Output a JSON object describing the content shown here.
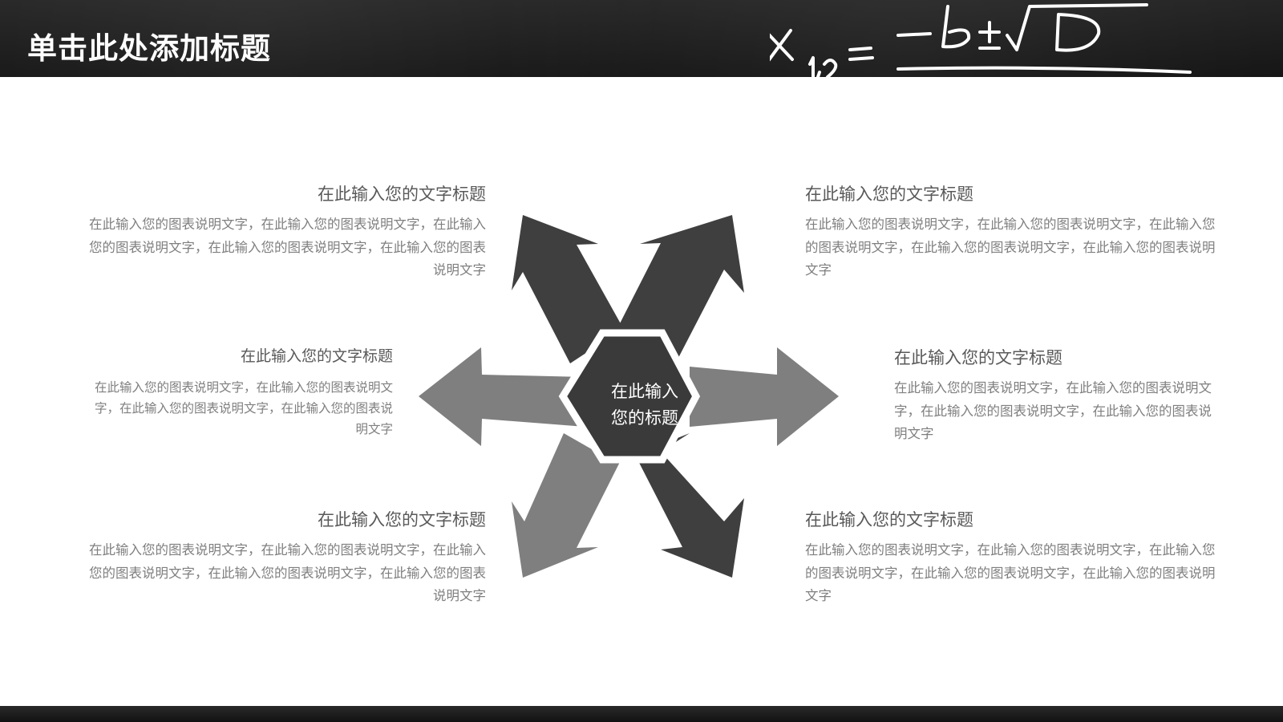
{
  "slide": {
    "title": "单击此处添加标题",
    "formula_text": "x₁,₂ = −b ± √D"
  },
  "colors": {
    "dark_arrow": "#3f3f3f",
    "light_arrow": "#7f7f7f",
    "hub_fill": "#3a3a3a",
    "title_text": "#595959",
    "desc_text": "#7f7f7f",
    "header_bg": "#1c1c1c"
  },
  "diagram": {
    "center_label_line1": "在此输入",
    "center_label_line2": "您的标题",
    "blocks": {
      "top_left": {
        "title": "在此输入您的文字标题",
        "desc": "在此输入您的图表说明文字，在此输入您的图表说明文字，在此输入您的图表说明文字，在此输入您的图表说明文字，在此输入您的图表说明文字"
      },
      "middle_left": {
        "title": "在此输入您的文字标题",
        "desc": "在此输入您的图表说明文字，在此输入您的图表说明文字，在此输入您的图表说明文字，在此输入您的图表说明文字"
      },
      "bottom_left": {
        "title": "在此输入您的文字标题",
        "desc": "在此输入您的图表说明文字，在此输入您的图表说明文字，在此输入您的图表说明文字，在此输入您的图表说明文字，在此输入您的图表说明文字"
      },
      "top_right": {
        "title": "在此输入您的文字标题",
        "desc": "在此输入您的图表说明文字，在此输入您的图表说明文字，在此输入您的图表说明文字，在此输入您的图表说明文字，在此输入您的图表说明文字"
      },
      "middle_right": {
        "title": "在此输入您的文字标题",
        "desc": "在此输入您的图表说明文字，在此输入您的图表说明文字，在此输入您的图表说明文字，在此输入您的图表说明文字"
      },
      "bottom_right": {
        "title": "在此输入您的文字标题",
        "desc": "在此输入您的图表说明文字，在此输入您的图表说明文字，在此输入您的图表说明文字，在此输入您的图表说明文字，在此输入您的图表说明文字"
      }
    }
  }
}
